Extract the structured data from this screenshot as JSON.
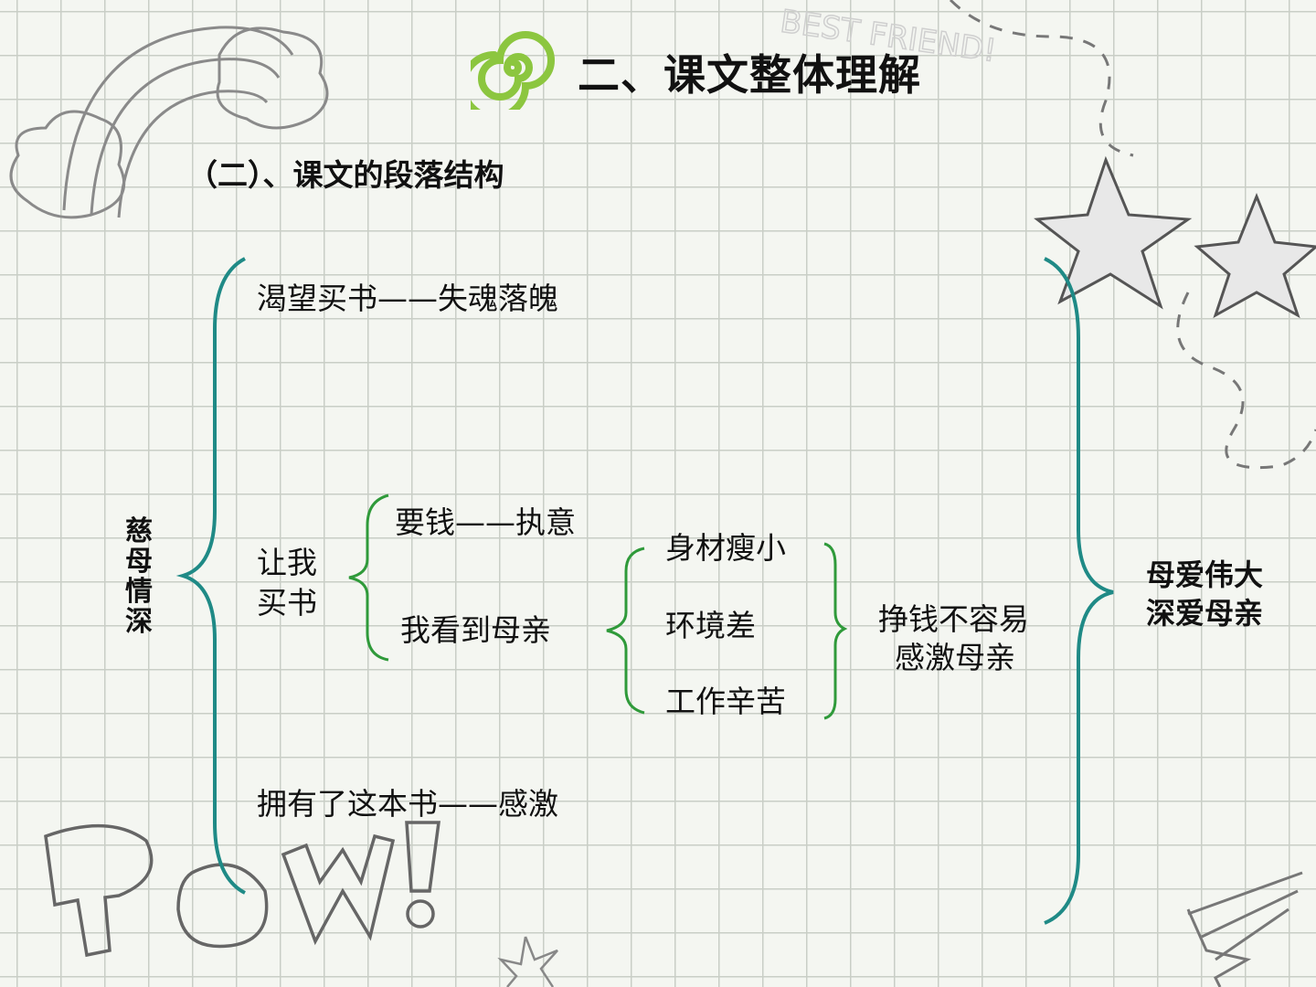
{
  "header": {
    "title": "二、课文整体理解",
    "subtitle": "（二）、课文的段落结构"
  },
  "left_label": [
    "慈母",
    "情",
    "深"
  ],
  "diagram": {
    "part1": "渴望买书——失魂落魄",
    "part2_label": [
      "让我",
      "买书"
    ],
    "part2_sub1": "要钱——执意",
    "part2_sub2": "我看到母亲",
    "mother_items": [
      "身材瘦小",
      "环境差",
      "工作辛苦"
    ],
    "conclusion": [
      "挣钱不容易",
      "感激母亲"
    ],
    "part3": "拥有了这本书——感激",
    "theme": [
      "母爱伟大",
      "深爱母亲"
    ]
  },
  "colors": {
    "teal_brace": "#1f8a86",
    "green_brace": "#2f9a3a",
    "spiral": "#8cc63f"
  }
}
